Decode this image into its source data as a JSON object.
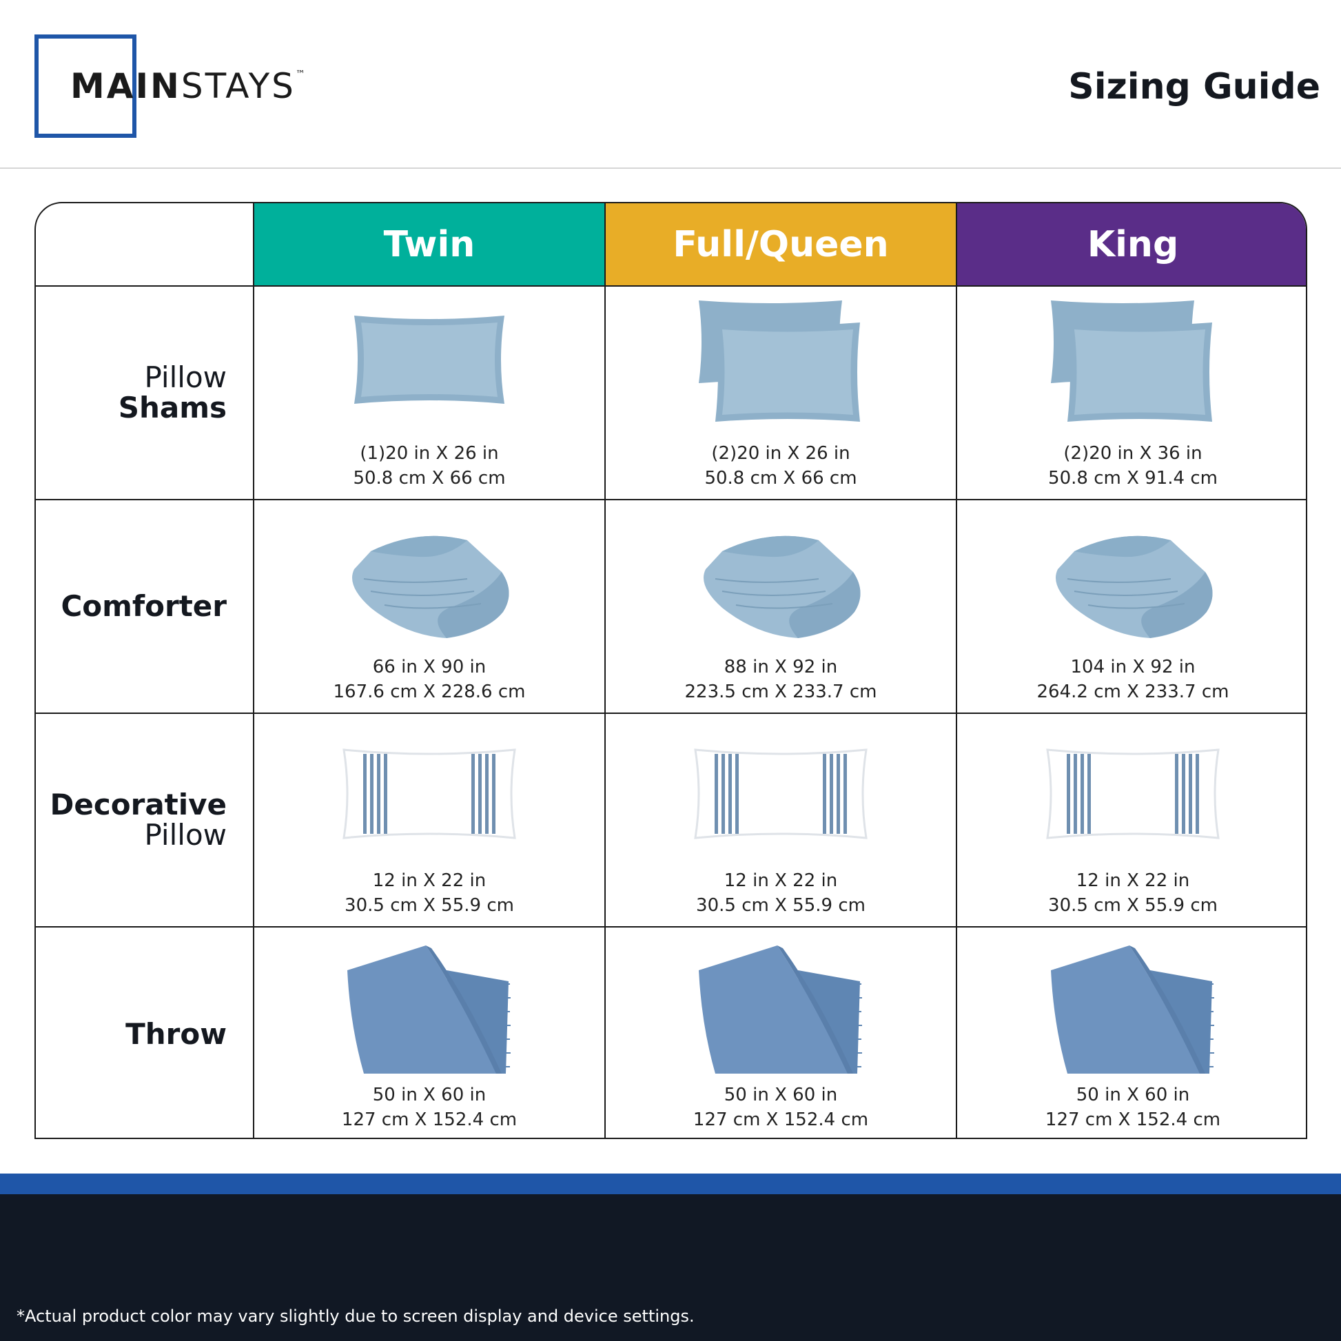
{
  "brand": {
    "logo_main": "MAIN",
    "logo_rest": "STAYS",
    "logo_tm": "™",
    "color": "#1f56a8"
  },
  "header": {
    "title": "Sizing Guide"
  },
  "table": {
    "columns": [
      {
        "label": "Twin",
        "color": "#00b09b"
      },
      {
        "label": "Full/Queen",
        "color": "#e8ad27"
      },
      {
        "label": "King",
        "color": "#5a2d88"
      }
    ],
    "rows": [
      {
        "label_light": "Pillow",
        "label_strong": "Shams",
        "icon": "pillow-sham-icon",
        "cells": [
          {
            "line1": "(1)20 in X 26 in",
            "line2": "50.8 cm X 66 cm"
          },
          {
            "line1": "(2)20 in X 26 in",
            "line2": "50.8 cm X 66 cm"
          },
          {
            "line1": "(2)20 in X 36 in",
            "line2": "50.8 cm X 91.4 cm"
          }
        ]
      },
      {
        "label_light": "",
        "label_strong": "Comforter",
        "icon": "comforter-icon",
        "cells": [
          {
            "line1": "66 in X 90 in",
            "line2": "167.6 cm X 228.6 cm"
          },
          {
            "line1": "88 in X 92 in",
            "line2": "223.5 cm X 233.7 cm"
          },
          {
            "line1": "104 in X 92 in",
            "line2": "264.2 cm X 233.7 cm"
          }
        ]
      },
      {
        "label_strong": "Decorative",
        "label_light": "Pillow",
        "icon": "decorative-pillow-icon",
        "cells": [
          {
            "line1": "12 in X 22 in",
            "line2": "30.5 cm X 55.9 cm"
          },
          {
            "line1": "12 in X 22 in",
            "line2": "30.5 cm X 55.9 cm"
          },
          {
            "line1": "12 in X 22 in",
            "line2": "30.5 cm X 55.9 cm"
          }
        ]
      },
      {
        "label_light": "",
        "label_strong": "Throw",
        "icon": "throw-blanket-icon",
        "cells": [
          {
            "line1": "50 in X 60 in",
            "line2": "127 cm X 152.4 cm"
          },
          {
            "line1": "50 in X 60 in",
            "line2": "127 cm X 152.4 cm"
          },
          {
            "line1": "50 in X 60 in",
            "line2": "127 cm X 152.4 cm"
          }
        ]
      }
    ]
  },
  "footer": {
    "disclaimer": "*Actual product color may vary slightly due to screen display and device settings.",
    "band_color": "#1f56a8",
    "background": "#111824"
  }
}
